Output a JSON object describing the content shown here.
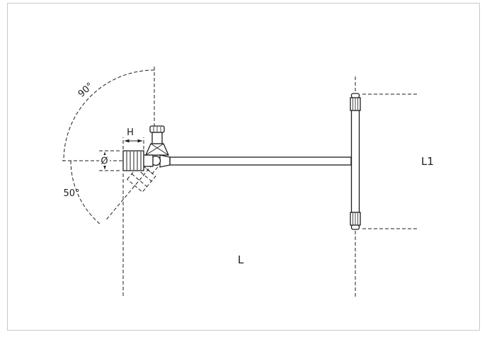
{
  "drawing": {
    "labels": {
      "swivel_angle_up": "90°",
      "swivel_angle_down": "50°",
      "dim_h": "H",
      "dim_diameter": "Ø",
      "dim_length": "L",
      "dim_handle_length": "L1"
    },
    "colors": {
      "line": "#1d1d1b",
      "frame": "#c9c9c9",
      "background": "#ffffff"
    }
  }
}
